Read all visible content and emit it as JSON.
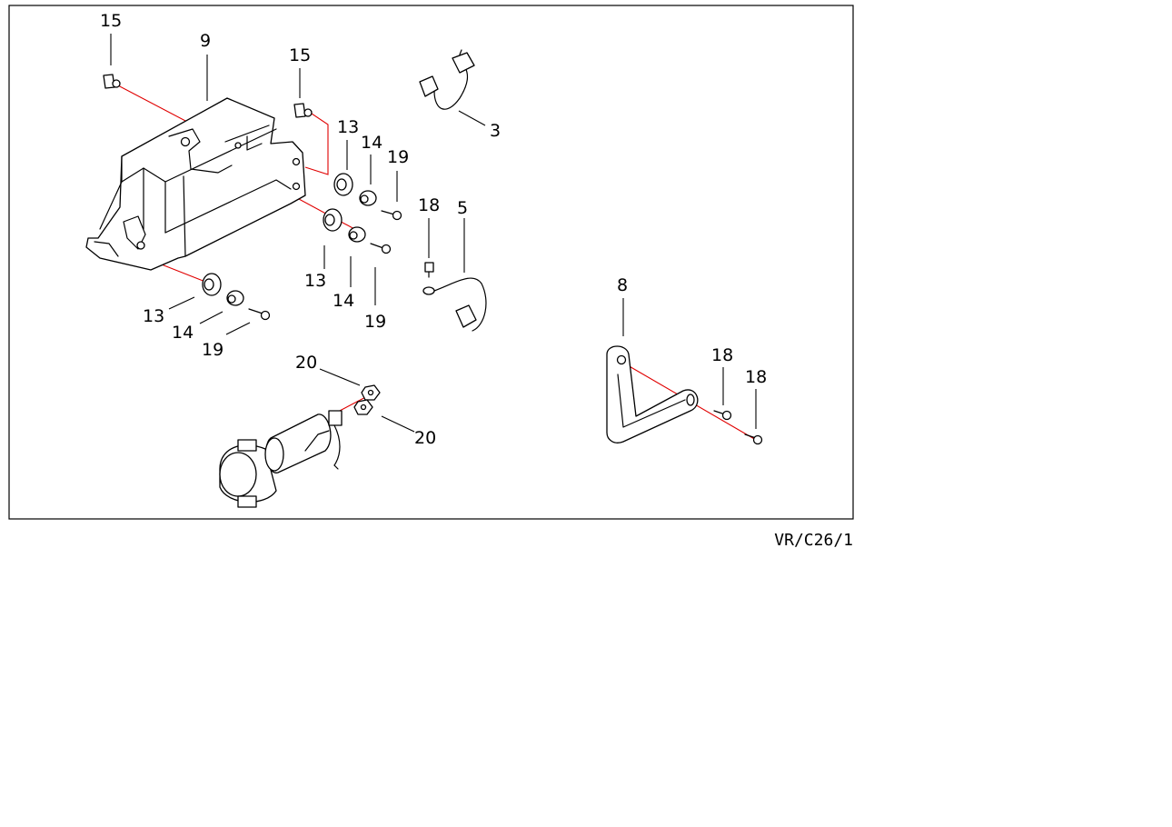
{
  "diagram": {
    "reference_code": "VR/C26/1",
    "callouts": {
      "c15a": "15",
      "c9": "9",
      "c15b": "15",
      "c3": "3",
      "c13a": "13",
      "c14a": "14",
      "c19a": "19",
      "c18a": "18",
      "c5": "5",
      "c13b": "13",
      "c14b": "14",
      "c19b": "19",
      "c13c": "13",
      "c14c": "14",
      "c19c": "19",
      "c8": "8",
      "c20a": "20",
      "c20b": "20",
      "c18b": "18",
      "c18c": "18"
    },
    "colors": {
      "frame": "#000000",
      "assembly_line": "#e00000",
      "background": "#ffffff"
    }
  }
}
